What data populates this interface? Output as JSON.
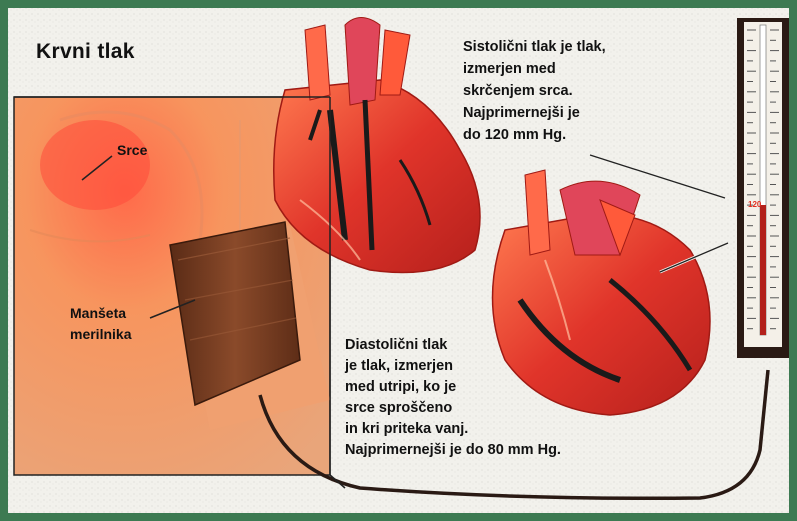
{
  "title": "Krvni tlak",
  "systolic_text": "Sistolični tlak je tlak,\nizmerjen med\nskrčenjem srca.\nNajprimernejši je\ndo 120 mm Hg.",
  "diastolic_text": "Diastolični tlak\nje tlak, izmerjen\nmed utripi, ko je\nsrce sproščeno\nin kri priteka vanj.\nNajprimernejši je do 80 mm Hg.",
  "labels": {
    "heart": "Srce",
    "cuff": "Manšeta\nmerilnika"
  },
  "gauge": {
    "marked_value": "120"
  },
  "colors": {
    "border": "#3d7a52",
    "background": "#f2f1ec",
    "skin": "#f0a070",
    "cuff": "#7a3e22",
    "heart": "#e0342a",
    "vessel": "#d84a6a",
    "gauge_body": "#2a1a14"
  }
}
